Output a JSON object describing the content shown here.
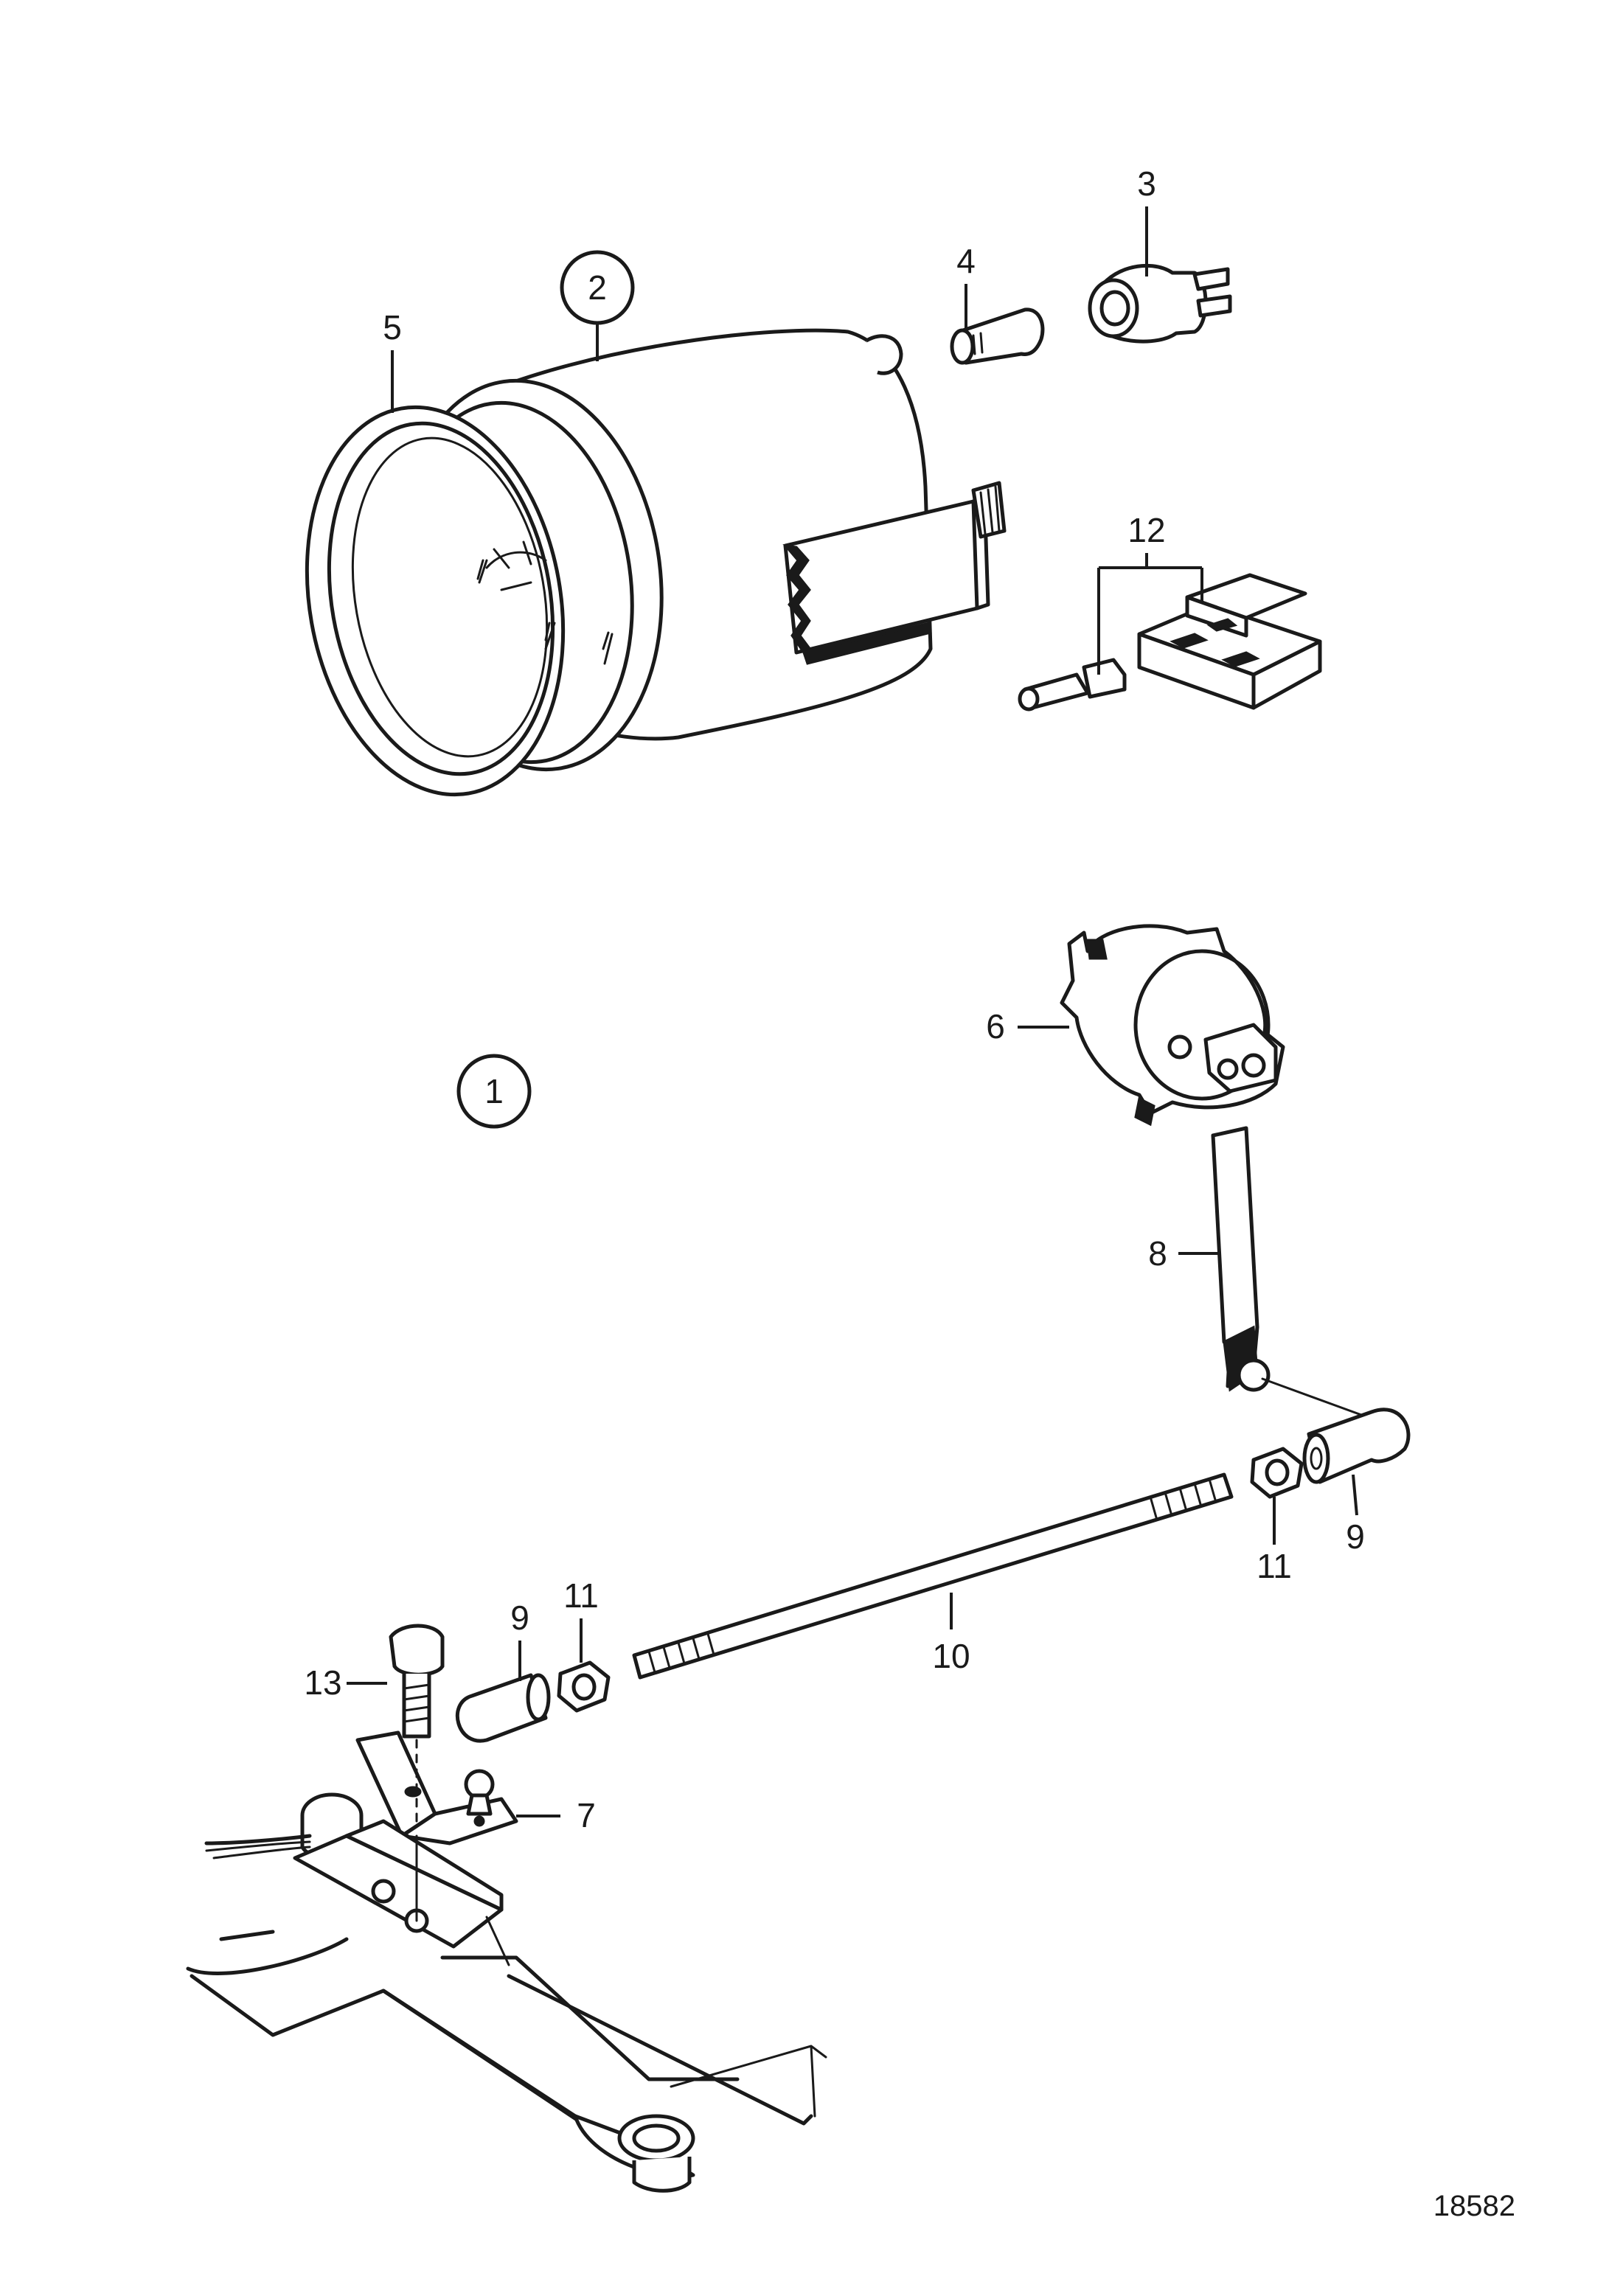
{
  "diagram": {
    "reference_number": "18582",
    "group_markers": [
      "1",
      "2"
    ],
    "callouts": {
      "c3": "3",
      "c4": "4",
      "c5": "5",
      "c6": "6",
      "c7": "7",
      "c8": "8",
      "c9a": "9",
      "c9b": "9",
      "c10": "10",
      "c11a": "11",
      "c11b": "11",
      "c12": "12",
      "c13": "13"
    }
  }
}
